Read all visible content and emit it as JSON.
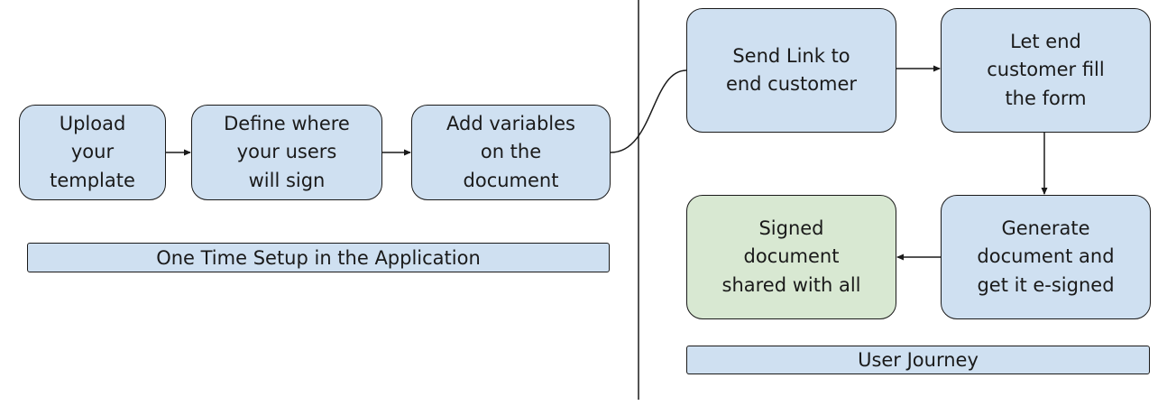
{
  "steps": {
    "upload_template": "Upload\nyour\ntemplate",
    "define_signers": "Define where\nyour users\nwill sign",
    "add_variables": "Add variables\non the\ndocument",
    "send_link": "Send Link to\nend customer",
    "fill_form": "Let end\ncustomer  fill\nthe form",
    "signed_shared": "Signed\ndocument\nshared with all",
    "generate_sign": "Generate\ndocument and\nget it e-signed"
  },
  "sections": {
    "setup_label": "One Time Setup in the Application",
    "journey_label": "User Journey"
  },
  "colors": {
    "box_fill": "#cfe0f1",
    "final_box_fill": "#d8e8d2",
    "stroke": "#1a1a1a"
  }
}
